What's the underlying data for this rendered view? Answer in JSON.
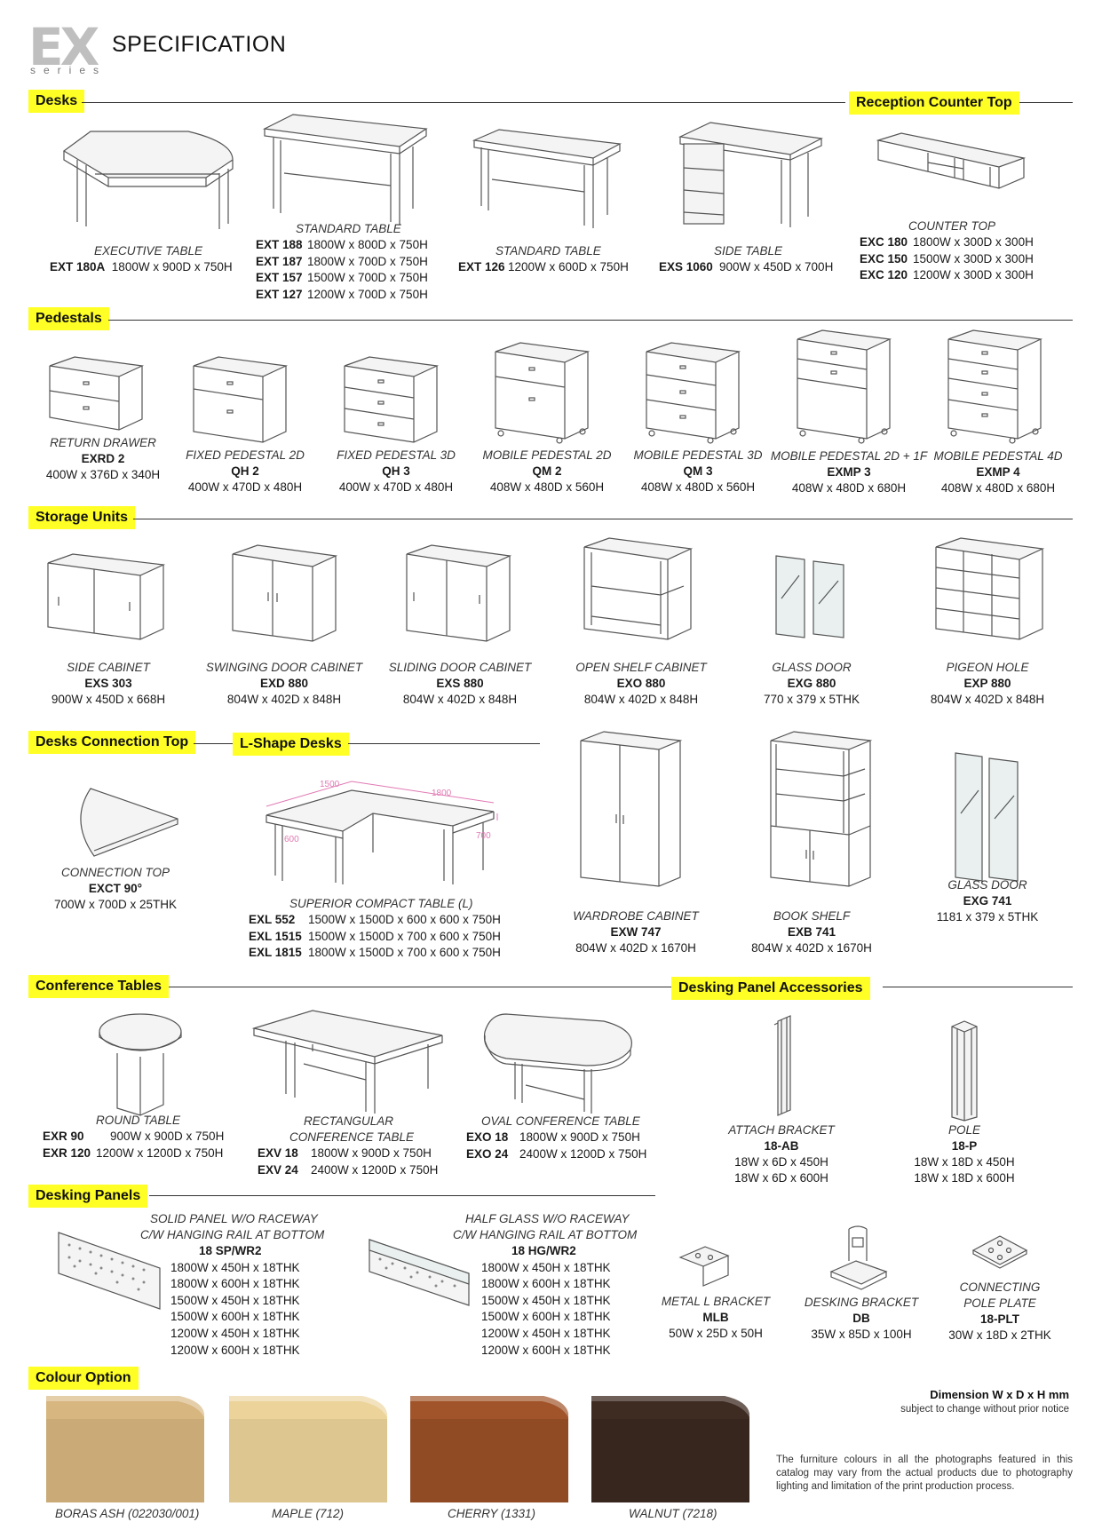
{
  "header": {
    "logo_main": "EX",
    "logo_sub": "series",
    "title": "SPECIFICATION"
  },
  "sections": {
    "desks": "Desks",
    "reception": "Reception Counter Top",
    "pedestals": "Pedestals",
    "storage": "Storage Units",
    "connection": "Desks Connection Top",
    "lshape": "L-Shape Desks",
    "conference": "Conference Tables",
    "accessories": "Desking Panel Accessories",
    "panels": "Desking Panels",
    "colour": "Colour Option"
  },
  "desks": {
    "executive": {
      "name": "EXECUTIVE TABLE",
      "rows": [
        {
          "code": "EXT 180A",
          "dim": "1800W x 900D x 750H"
        }
      ]
    },
    "standard1": {
      "name": "STANDARD TABLE",
      "rows": [
        {
          "code": "EXT 188",
          "dim": "1800W x 800D x 750H"
        },
        {
          "code": "EXT 187",
          "dim": "1800W x 700D x 750H"
        },
        {
          "code": "EXT 157",
          "dim": "1500W x 700D x 750H"
        },
        {
          "code": "EXT 127",
          "dim": "1200W x 700D x 750H"
        }
      ]
    },
    "standard2": {
      "name": "STANDARD TABLE",
      "rows": [
        {
          "code": "EXT 126",
          "dim": "1200W x 600D x 750H"
        }
      ]
    },
    "side": {
      "name": "SIDE TABLE",
      "rows": [
        {
          "code": "EXS 1060",
          "dim": "900W x 450D x 700H"
        }
      ]
    },
    "counter": {
      "name": "COUNTER TOP",
      "rows": [
        {
          "code": "EXC 180",
          "dim": "1800W x 300D x 300H"
        },
        {
          "code": "EXC 150",
          "dim": "1500W x 300D x 300H"
        },
        {
          "code": "EXC 120",
          "dim": "1200W x 300D x 300H"
        }
      ]
    }
  },
  "pedestals": [
    {
      "name": "RETURN DRAWER",
      "code": "EXRD 2",
      "dim": "400W x 376D x 340H"
    },
    {
      "name": "FIXED PEDESTAL 2D",
      "code": "QH 2",
      "dim": "400W x 470D x 480H"
    },
    {
      "name": "FIXED PEDESTAL 3D",
      "code": "QH 3",
      "dim": "400W x 470D x 480H"
    },
    {
      "name": "MOBILE PEDESTAL 2D",
      "code": "QM 2",
      "dim": "408W x 480D x 560H"
    },
    {
      "name": "MOBILE PEDESTAL 3D",
      "code": "QM 3",
      "dim": "408W x 480D x 560H"
    },
    {
      "name": "MOBILE PEDESTAL 2D + 1F",
      "code": "EXMP 3",
      "dim": "408W x 480D x 680H"
    },
    {
      "name": "MOBILE PEDESTAL 4D",
      "code": "EXMP 4",
      "dim": "408W x 480D x 680H"
    }
  ],
  "storage": [
    {
      "name": "SIDE CABINET",
      "code": "EXS 303",
      "dim": "900W x 450D x 668H"
    },
    {
      "name": "SWINGING DOOR CABINET",
      "code": "EXD 880",
      "dim": "804W x 402D x 848H"
    },
    {
      "name": "SLIDING DOOR CABINET",
      "code": "EXS 880",
      "dim": "804W x 402D x 848H"
    },
    {
      "name": "OPEN SHELF CABINET",
      "code": "EXO 880",
      "dim": "804W x 402D x 848H"
    },
    {
      "name": "GLASS DOOR",
      "code": "EXG 880",
      "dim": "770 x 379 x 5THK"
    },
    {
      "name": "PIGEON HOLE",
      "code": "EXP 880",
      "dim": "804W x 402D x 848H"
    }
  ],
  "connection": {
    "name": "CONNECTION TOP",
    "code": "EXCT 90°",
    "dim": "700W x 700D x 25THK"
  },
  "lshape": {
    "name": "SUPERIOR COMPACT TABLE (L)",
    "dims_labels": [
      "1500",
      "1800",
      "600",
      "700"
    ],
    "rows": [
      {
        "code": "EXL 552",
        "dim": "1500W x 1500D x 600 x 600 x 750H"
      },
      {
        "code": "EXL 1515",
        "dim": "1500W x 1500D x 700 x 600 x 750H"
      },
      {
        "code": "EXL 1815",
        "dim": "1800W x 1500D x 700 x 600 x 750H"
      }
    ]
  },
  "tall": [
    {
      "name": "WARDROBE CABINET",
      "code": "EXW 747",
      "dim": "804W x 402D x 1670H"
    },
    {
      "name": "BOOK SHELF",
      "code": "EXB 741",
      "dim": "804W x 402D x 1670H"
    },
    {
      "name": "GLASS DOOR",
      "code": "EXG 741",
      "dim": "1181 x 379 x 5THK"
    }
  ],
  "conference": {
    "round": {
      "name": "ROUND TABLE",
      "rows": [
        {
          "code": "EXR 90",
          "dim": "900W x 900D x 750H"
        },
        {
          "code": "EXR 120",
          "dim": "1200W x 1200D x 750H"
        }
      ]
    },
    "rect": {
      "name1": "RECTANGULAR",
      "name2": "CONFERENCE TABLE",
      "rows": [
        {
          "code": "EXV 18",
          "dim": "1800W x 900D x 750H"
        },
        {
          "code": "EXV 24",
          "dim": "2400W x 1200D x 750H"
        }
      ]
    },
    "oval": {
      "name": "OVAL CONFERENCE TABLE",
      "rows": [
        {
          "code": "EXO 18",
          "dim": "1800W x 900D x 750H"
        },
        {
          "code": "EXO 24",
          "dim": "2400W x 1200D x 750H"
        }
      ]
    }
  },
  "accessories": {
    "attach": {
      "name": "ATTACH BRACKET",
      "code": "18-AB",
      "dims": [
        "18W x 6D x 450H",
        "18W x 6D x 600H"
      ]
    },
    "pole": {
      "name": "POLE",
      "code": "18-P",
      "dims": [
        "18W x 18D x 450H",
        "18W x 18D x 600H"
      ]
    }
  },
  "panels": {
    "solid": {
      "name1": "SOLID PANEL W/O RACEWAY",
      "name2": "C/W HANGING RAIL AT BOTTOM",
      "code": "18 SP/WR2",
      "dims": [
        "1800W x 450H x 18THK",
        "1800W x 600H x 18THK",
        "1500W x 450H x 18THK",
        "1500W x 600H x 18THK",
        "1200W x 450H x 18THK",
        "1200W x 600H x 18THK"
      ]
    },
    "half": {
      "name1": "HALF GLASS W/O RACEWAY",
      "name2": "C/W HANGING RAIL AT BOTTOM",
      "code": "18 HG/WR2",
      "dims": [
        "1800W x 450H x 18THK",
        "1800W x 600H x 18THK",
        "1500W x 450H x 18THK",
        "1500W x 600H x 18THK",
        "1200W x 450H x 18THK",
        "1200W x 600H x 18THK"
      ]
    },
    "mlb": {
      "name": "METAL L BRACKET",
      "code": "MLB",
      "dim": "50W x 25D x 50H"
    },
    "db": {
      "name": "DESKING BRACKET",
      "code": "DB",
      "dim": "35W x 85D x 100H"
    },
    "plt": {
      "name1": "CONNECTING",
      "name2": "POLE PLATE",
      "code": "18-PLT",
      "dim": "30W x 18D x 2THK"
    }
  },
  "colours": [
    {
      "name": "BORAS ASH (022030/001)",
      "hex": "#d7b67f"
    },
    {
      "name": "MAPLE (712)",
      "hex": "#ecd39a"
    },
    {
      "name": "CHERRY (1331)",
      "hex": "#a1542a"
    },
    {
      "name": "WALNUT (7218)",
      "hex": "#3e2b22"
    }
  ],
  "notes": {
    "dimension": "Dimension W x D x H mm",
    "subject": "subject to change without prior notice",
    "disclaimer": "The furniture colours in all the photographs featured in this catalog may vary from the actual products due to photography lighting and limitation of the print production process."
  }
}
